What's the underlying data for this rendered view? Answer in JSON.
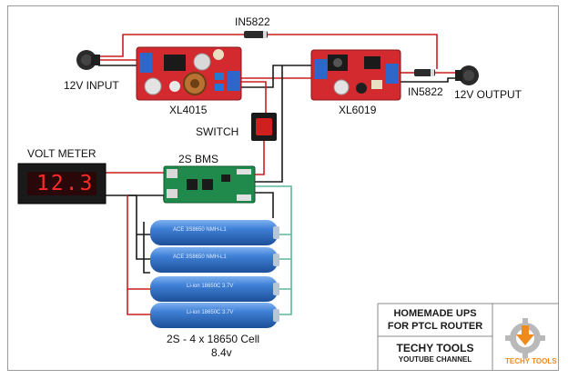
{
  "components": {
    "diode_top": "IN5822",
    "diode_right": "IN5822",
    "input_label": "12V INPUT",
    "output_label": "12V OUTPUT",
    "charger_label": "XL4015",
    "booster_label": "XL6019",
    "switch_label": "SWITCH",
    "voltmeter_label": "VOLT METER",
    "voltmeter_reading": "12.3",
    "bms_label": "2S BMS",
    "battery_label_line1": "2S - 4 x 18650 Cell",
    "battery_label_line2": "8.4v"
  },
  "title_block": {
    "line1": "HOMEMADE UPS",
    "line2": "FOR PTCL ROUTER",
    "line3": "TECHY TOOLS",
    "line4": "YOUTUBE CHANNEL",
    "logo_text": "TECHY TOOLS"
  },
  "batteries": [
    {
      "text": "ACE  3S8650  NMH-L1"
    },
    {
      "text": "ACE  3S8650  NMH-L1"
    },
    {
      "text": "Li-ion 18650C     3.7V"
    },
    {
      "text": "Li-ion 18650C     3.7V"
    }
  ],
  "colors": {
    "wire_red": "#cc1f1f",
    "wire_black": "#1a1a1a",
    "wire_teal": "#5ab89a",
    "pcb_red": "#d32a2f",
    "pcb_green": "#1f8a4c",
    "battery_blue": "#2f6fc0",
    "accent_orange": "#f08a1c"
  }
}
